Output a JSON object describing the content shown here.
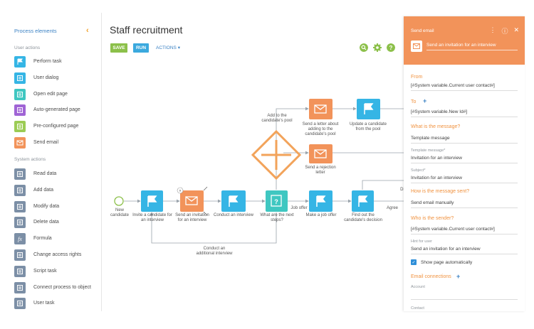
{
  "sidebar": {
    "title": "Process elements",
    "user_actions_label": "User actions",
    "user_actions": [
      {
        "label": "Perform task",
        "icon": "flag-icon",
        "color": "#35b5e5"
      },
      {
        "label": "User dialog",
        "icon": "dialog-icon",
        "color": "#35b5e5"
      },
      {
        "label": "Open edit page",
        "icon": "edit-page-icon",
        "color": "#3fc7c1"
      },
      {
        "label": "Auto-generated page",
        "icon": "auto-page-icon",
        "color": "#a064d5"
      },
      {
        "label": "Pre-configured page",
        "icon": "preconfig-page-icon",
        "color": "#9ccc55"
      },
      {
        "label": "Send email",
        "icon": "email-icon",
        "color": "#f2935a"
      }
    ],
    "system_actions_label": "System actions",
    "system_actions": [
      {
        "label": "Read data",
        "icon": "read-data-icon",
        "color": "#7c8fa6"
      },
      {
        "label": "Add data",
        "icon": "add-data-icon",
        "color": "#7c8fa6"
      },
      {
        "label": "Modify data",
        "icon": "modify-data-icon",
        "color": "#7c8fa6"
      },
      {
        "label": "Delete data",
        "icon": "delete-data-icon",
        "color": "#7c8fa6"
      },
      {
        "label": "Formula",
        "icon": "formula-icon",
        "color": "#7c8fa6"
      },
      {
        "label": "Change access rights",
        "icon": "access-rights-icon",
        "color": "#7c8fa6"
      },
      {
        "label": "Script task",
        "icon": "script-icon",
        "color": "#7c8fa6"
      },
      {
        "label": "Connect process to object",
        "icon": "connect-icon",
        "color": "#7c8fa6"
      },
      {
        "label": "User task",
        "icon": "user-task-icon",
        "color": "#7c8fa6"
      }
    ]
  },
  "header": {
    "title": "Staff recruitment",
    "save_label": "SAVE",
    "run_label": "RUN",
    "actions_label": "ACTIONS"
  },
  "diagram": {
    "labels": {
      "new_candidate": "New candidate",
      "invite": "Invite a candidate for an interview",
      "send_invitation": "Send an invitation for an interview",
      "conduct": "Conduct an interview",
      "next_steps": "What are the next steps?",
      "job_offer_flow": "Job offer",
      "make_offer": "Make a job offer",
      "find_out": "Find out the candidate's decision",
      "agree": "Agree",
      "add_to_pool_flow": "Add to the candidate's pool",
      "send_letter": "Send a letter about adding to the candidate's pool",
      "update_candidate": "Update a candidate from the pool",
      "send_rejection": "Send a rejection letter",
      "additional": "Conduct an additional interview",
      "d_cut": "Di"
    }
  },
  "panel": {
    "header_title": "Send email",
    "element_name": "Send an invitation for an interview",
    "from_label": "From",
    "from_value": "[#System variable.Current user contact#]",
    "to_label": "To",
    "to_value": "[#System variable.New Id#]",
    "message_label": "What is the message?",
    "message_value": "Template message",
    "template_label": "Template message*",
    "template_value": "Invitation for an interview",
    "subject_label": "Subject*",
    "subject_value": "Invitation for an interview",
    "how_sent_label": "How is the message sent?",
    "how_sent_value": "Send email manually",
    "sender_label": "Who is the sender?",
    "sender_value": "[#System variable.Current user contact#]",
    "hint_label": "Hint for user",
    "hint_value": "Send an invitation for an interview",
    "show_page_label": "Show page automatically",
    "email_connections_label": "Email connections",
    "account_label": "Account",
    "contact_label": "Contact"
  }
}
